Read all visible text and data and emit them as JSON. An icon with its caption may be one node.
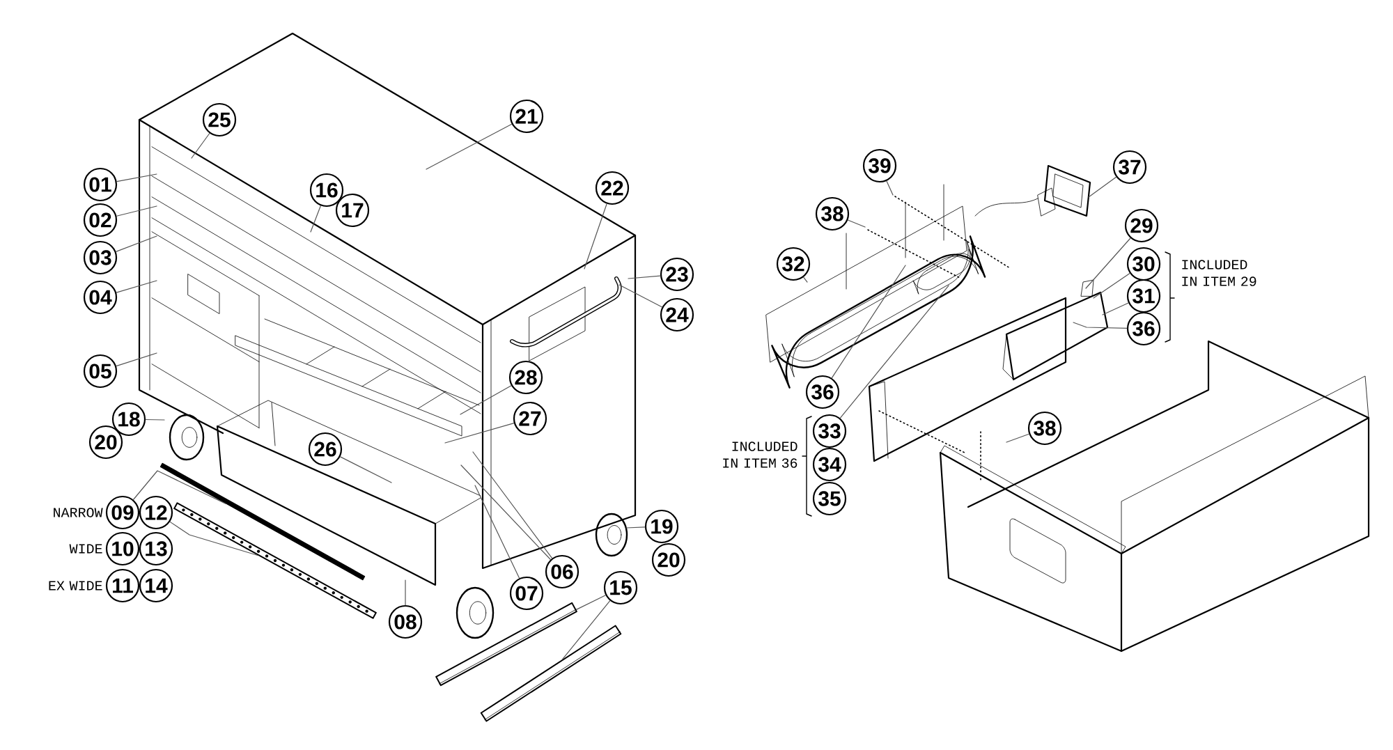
{
  "diagram": {
    "nodes": [
      {
        "text": [
          "25"
        ]
      },
      {
        "text": [
          "21"
        ]
      },
      {
        "text": [
          "01"
        ]
      },
      {
        "text": [
          "16"
        ]
      },
      {
        "text": [
          "17"
        ]
      },
      {
        "text": [
          "02"
        ]
      },
      {
        "text": [
          "22"
        ]
      },
      {
        "text": [
          "03"
        ]
      },
      {
        "text": [
          "23"
        ]
      },
      {
        "text": [
          "04"
        ]
      },
      {
        "text": [
          "24"
        ]
      },
      {
        "text": [
          "05"
        ]
      },
      {
        "text": [
          "28"
        ]
      },
      {
        "text": [
          "18"
        ]
      },
      {
        "text": [
          "27"
        ]
      },
      {
        "text": [
          "20"
        ]
      },
      {
        "text": [
          "26"
        ]
      },
      {
        "text": [
          "09"
        ]
      },
      {
        "text": [
          "12"
        ]
      },
      {
        "text": [
          "10"
        ]
      },
      {
        "text": [
          "13"
        ]
      },
      {
        "text": [
          "11"
        ]
      },
      {
        "text": [
          "14"
        ]
      },
      {
        "text": [
          "19"
        ]
      },
      {
        "text": [
          "06"
        ]
      },
      {
        "text": [
          "20"
        ]
      },
      {
        "text": [
          "07"
        ]
      },
      {
        "text": [
          "15"
        ]
      },
      {
        "text": [
          "08"
        ]
      },
      {
        "text": [
          "39"
        ]
      },
      {
        "text": [
          "37"
        ]
      },
      {
        "text": [
          "38"
        ]
      },
      {
        "text": [
          "29"
        ]
      },
      {
        "text": [
          "32"
        ]
      },
      {
        "text": [
          "30"
        ]
      },
      {
        "text": [
          "31"
        ]
      },
      {
        "text": [
          "36"
        ]
      },
      {
        "text": [
          "36"
        ]
      },
      {
        "text": [
          "33"
        ]
      },
      {
        "text": [
          "38"
        ]
      },
      {
        "text": [
          "34"
        ]
      },
      {
        "text": [
          "35"
        ]
      },
      {
        "text": [],
        "shape": "bar"
      },
      {
        "text": [],
        "shape": "bar"
      },
      {
        "text": [],
        "shape": "bar"
      },
      {
        "text": [],
        "shape": "bar"
      }
    ],
    "edges": [
      {
        "from": 0,
        "to": null,
        "arrow": "none"
      },
      {
        "from": 1,
        "to": null,
        "arrow": "none"
      },
      {
        "from": 2,
        "to": null,
        "arrow": "none"
      },
      {
        "from": 3,
        "to": null,
        "arrow": "none"
      },
      {
        "from": 5,
        "to": null,
        "arrow": "none"
      },
      {
        "from": 6,
        "to": null,
        "arrow": "none"
      },
      {
        "from": 7,
        "to": null,
        "arrow": "none"
      },
      {
        "from": 8,
        "to": null,
        "arrow": "none"
      },
      {
        "from": 9,
        "to": null,
        "arrow": "none"
      },
      {
        "from": 10,
        "to": null,
        "arrow": "none"
      },
      {
        "from": 11,
        "to": null,
        "arrow": "none"
      },
      {
        "from": 12,
        "to": null,
        "arrow": "none"
      },
      {
        "from": 13,
        "to": null,
        "arrow": "none"
      },
      {
        "from": 14,
        "to": null,
        "arrow": "none"
      },
      {
        "from": 16,
        "to": null,
        "arrow": "none"
      },
      {
        "from": 17,
        "to": 42,
        "arrow": "none"
      },
      {
        "from": 18,
        "to": 43,
        "arrow": "none"
      },
      {
        "from": 23,
        "to": null,
        "arrow": "none"
      },
      {
        "from": 24,
        "to": null,
        "arrow": "none"
      },
      {
        "from": 24,
        "to": null,
        "arrow": "none"
      },
      {
        "from": 26,
        "to": null,
        "arrow": "none"
      },
      {
        "from": 27,
        "to": 44,
        "arrow": "none"
      },
      {
        "from": 27,
        "to": 45,
        "arrow": "none"
      },
      {
        "from": 28,
        "to": null,
        "arrow": "none"
      },
      {
        "from": 29,
        "to": null,
        "arrow": "none"
      },
      {
        "from": 30,
        "to": null,
        "arrow": "none"
      },
      {
        "from": 31,
        "to": null,
        "arrow": "none"
      },
      {
        "from": 32,
        "to": null,
        "arrow": "none"
      },
      {
        "from": 33,
        "to": null,
        "arrow": "none"
      },
      {
        "from": 34,
        "to": null,
        "arrow": "none"
      },
      {
        "from": 35,
        "to": null,
        "arrow": "none"
      },
      {
        "from": 36,
        "to": null,
        "arrow": "none"
      },
      {
        "from": 37,
        "to": null,
        "arrow": "none"
      },
      {
        "from": 38,
        "to": null,
        "arrow": "none"
      },
      {
        "from": 39,
        "to": null,
        "arrow": "none"
      }
    ],
    "labels": [
      "NARROW",
      "WIDE",
      "EX WIDE",
      "INCLUDED IN ITEM 29",
      "INCLUDED IN ITEM 36"
    ]
  }
}
